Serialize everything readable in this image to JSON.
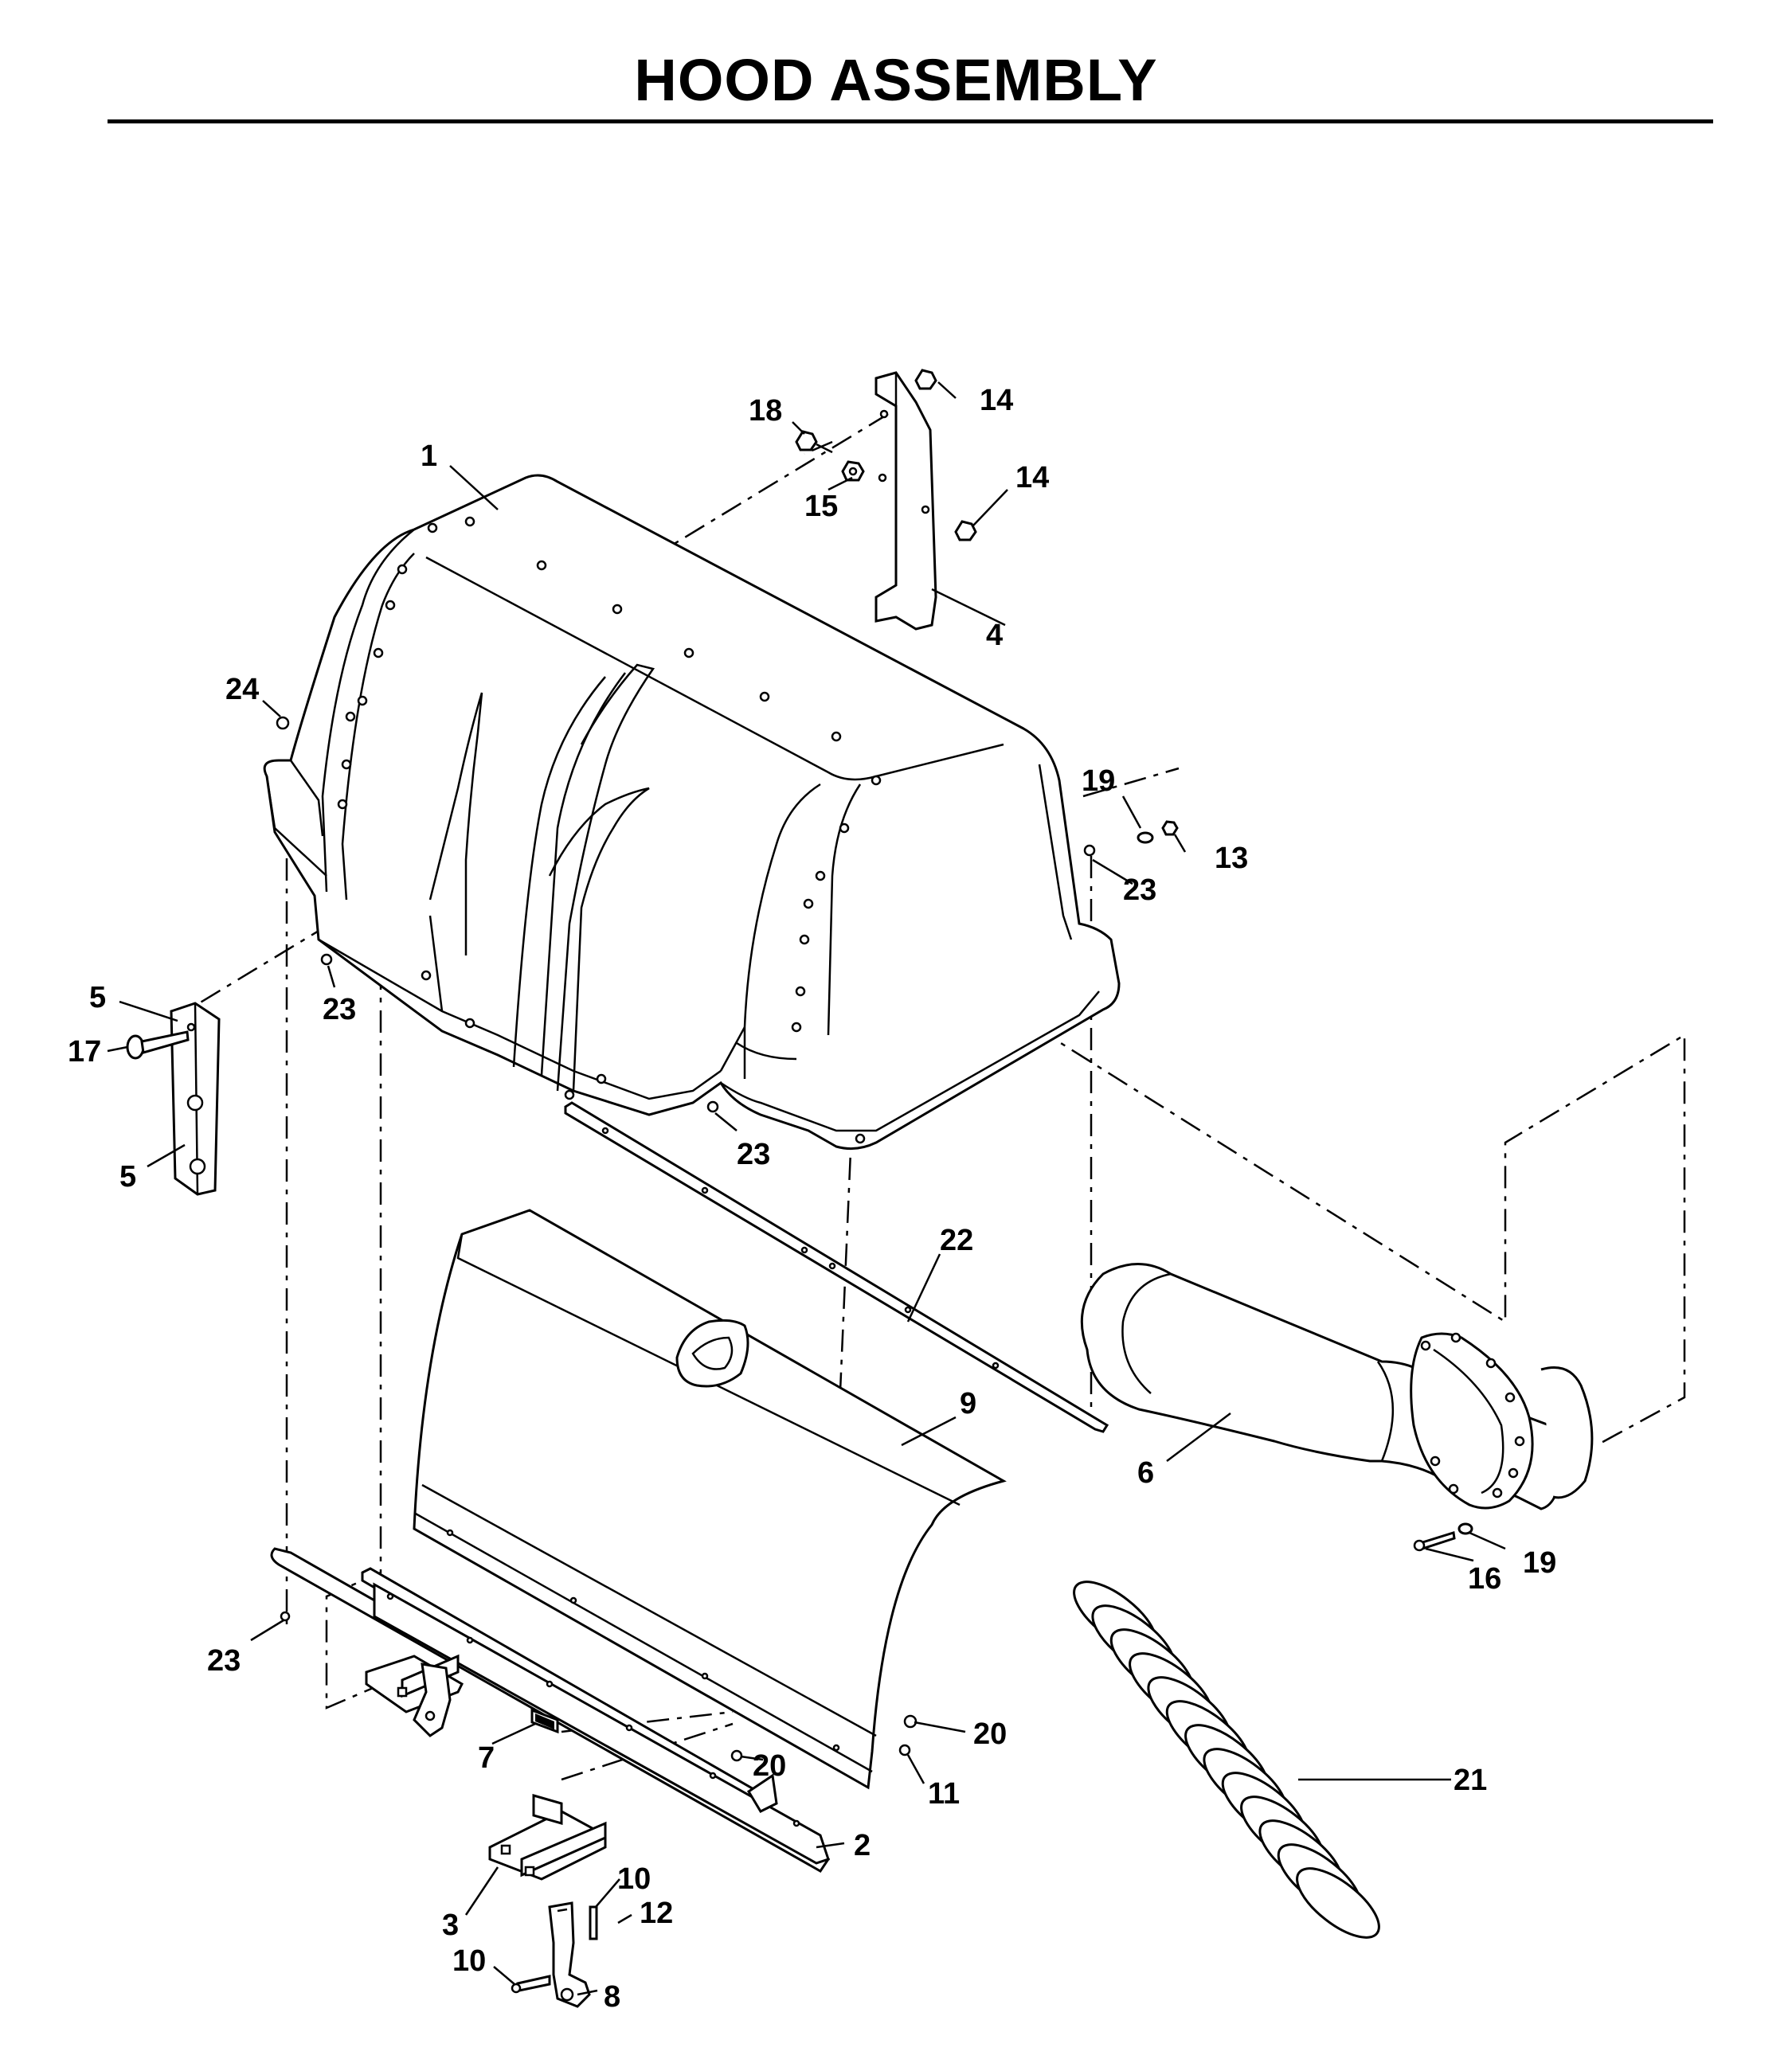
{
  "title": "HOOD ASSEMBLY",
  "callouts": [
    {
      "id": "c1",
      "label": "1"
    },
    {
      "id": "c2",
      "label": "2"
    },
    {
      "id": "c3",
      "label": "3"
    },
    {
      "id": "c4",
      "label": "4"
    },
    {
      "id": "c5a",
      "label": "5"
    },
    {
      "id": "c5b",
      "label": "5"
    },
    {
      "id": "c6",
      "label": "6"
    },
    {
      "id": "c7",
      "label": "7"
    },
    {
      "id": "c8",
      "label": "8"
    },
    {
      "id": "c9",
      "label": "9"
    },
    {
      "id": "c10a",
      "label": "10"
    },
    {
      "id": "c10b",
      "label": "10"
    },
    {
      "id": "c11",
      "label": "11"
    },
    {
      "id": "c12",
      "label": "12"
    },
    {
      "id": "c13",
      "label": "13"
    },
    {
      "id": "c14a",
      "label": "14"
    },
    {
      "id": "c14b",
      "label": "14"
    },
    {
      "id": "c15",
      "label": "15"
    },
    {
      "id": "c16",
      "label": "16"
    },
    {
      "id": "c17",
      "label": "17"
    },
    {
      "id": "c18",
      "label": "18"
    },
    {
      "id": "c19a",
      "label": "19"
    },
    {
      "id": "c19b",
      "label": "19"
    },
    {
      "id": "c20a",
      "label": "20"
    },
    {
      "id": "c20b",
      "label": "20"
    },
    {
      "id": "c21",
      "label": "21"
    },
    {
      "id": "c22",
      "label": "22"
    },
    {
      "id": "c23a",
      "label": "23"
    },
    {
      "id": "c23b",
      "label": "23"
    },
    {
      "id": "c23c",
      "label": "23"
    },
    {
      "id": "c23d",
      "label": "23"
    },
    {
      "id": "c23e",
      "label": "23"
    },
    {
      "id": "c24",
      "label": "24"
    }
  ]
}
